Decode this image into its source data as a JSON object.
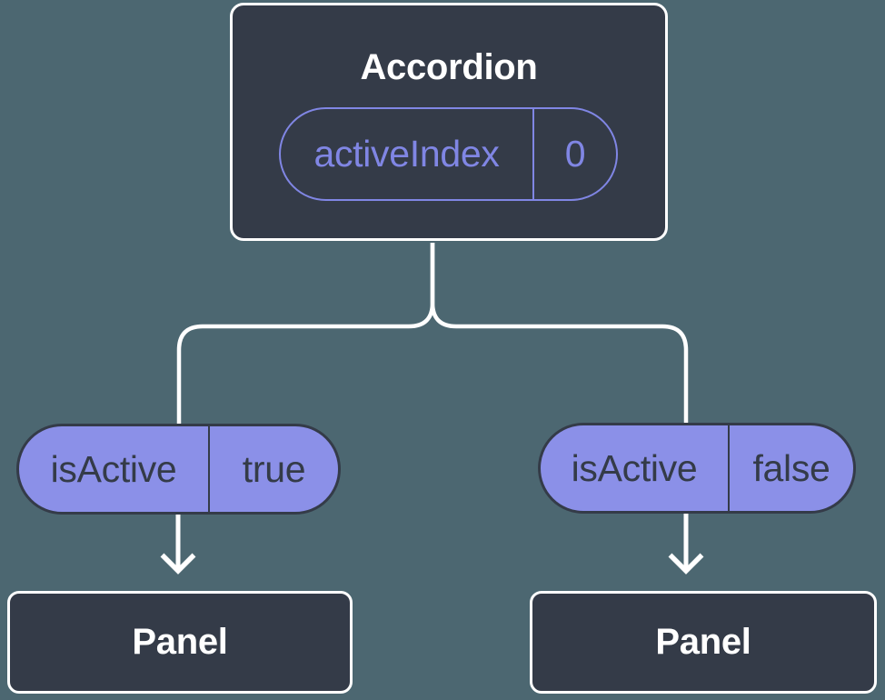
{
  "diagram": {
    "description": "Component tree diagram: Accordion passes state to two Panels",
    "colors": {
      "background": "#4C6771",
      "node_bg": "#343B48",
      "node_border": "#FFFFFF",
      "accent": "#8086E4",
      "pill_bg": "#8B90E8",
      "pill_text": "#343B48",
      "connector": "#FFFFFF",
      "title_text": "#FFFFFF"
    },
    "root": {
      "title": "Accordion",
      "prop_name": "activeIndex",
      "prop_value": "0"
    },
    "children": [
      {
        "state_name": "isActive",
        "state_value": "true",
        "title": "Panel"
      },
      {
        "state_name": "isActive",
        "state_value": "false",
        "title": "Panel"
      }
    ]
  }
}
